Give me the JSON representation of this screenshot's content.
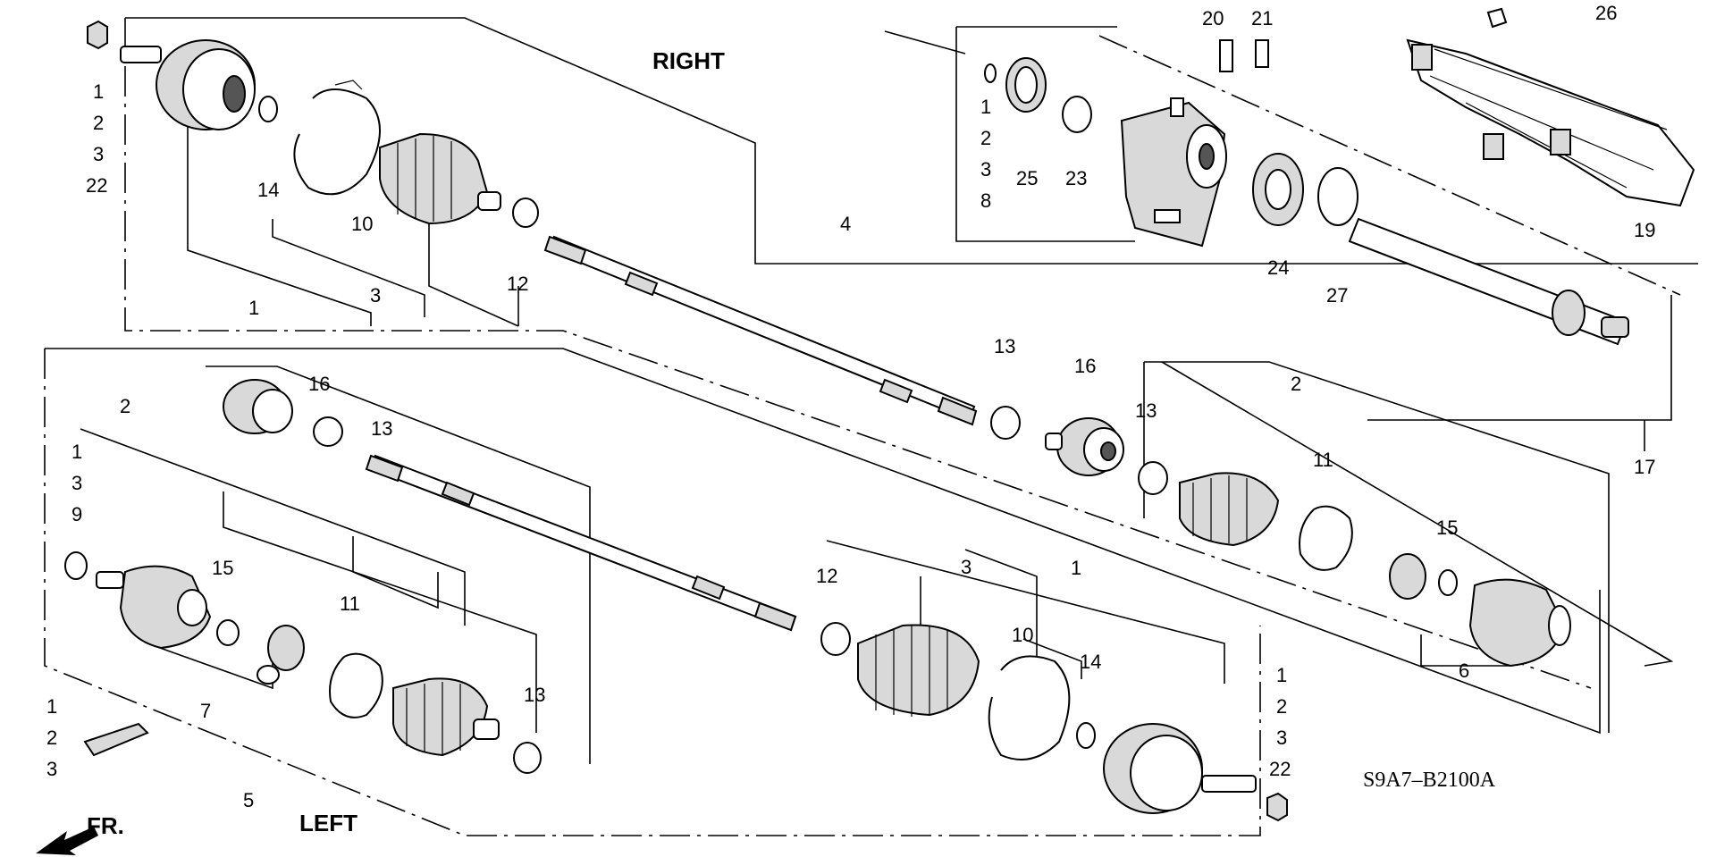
{
  "headings": {
    "right": "RIGHT",
    "left": "LEFT"
  },
  "diagram_code": "S9A7–B2100A",
  "front_label": "FR.",
  "right_shaft": {
    "outboard_joint_refs": [
      "1",
      "2",
      "3",
      "22"
    ],
    "clip_inner": "14",
    "band_outer": "10",
    "boot": "3",
    "band_small": "12",
    "assembly": "1",
    "shaft": "4"
  },
  "half_shaft_bracket": {
    "clip": [
      "1",
      "2",
      "3",
      "8"
    ],
    "ring": "25",
    "band": "23",
    "bolt_a": "20",
    "bolt_b": "21",
    "bearing": "24",
    "snap_ring": "27",
    "intermediate_shaft": "17"
  },
  "heat_shield": {
    "bolt": "26",
    "shield": "19"
  },
  "inboard_right": {
    "band_13a": "13",
    "dynamic_damper": "16",
    "band_13b": "13",
    "boot_set": "2",
    "band_11": "11",
    "clip_15": "15",
    "joint": "6"
  },
  "left_shaft": {
    "damper": "16",
    "band": "13",
    "boot_set": "2",
    "clip_set": [
      "1",
      "3",
      "9"
    ],
    "clip_15": "15",
    "band_11": "11",
    "band_13": "13",
    "joint": "7",
    "grease_refs": [
      "1",
      "2",
      "3"
    ],
    "assembly": "5",
    "outer_band_12": "12",
    "boot_3": "3",
    "assy_1": "1",
    "band_10": "10",
    "clip_14": "14",
    "outboard_refs": [
      "1",
      "2",
      "3",
      "22"
    ]
  }
}
